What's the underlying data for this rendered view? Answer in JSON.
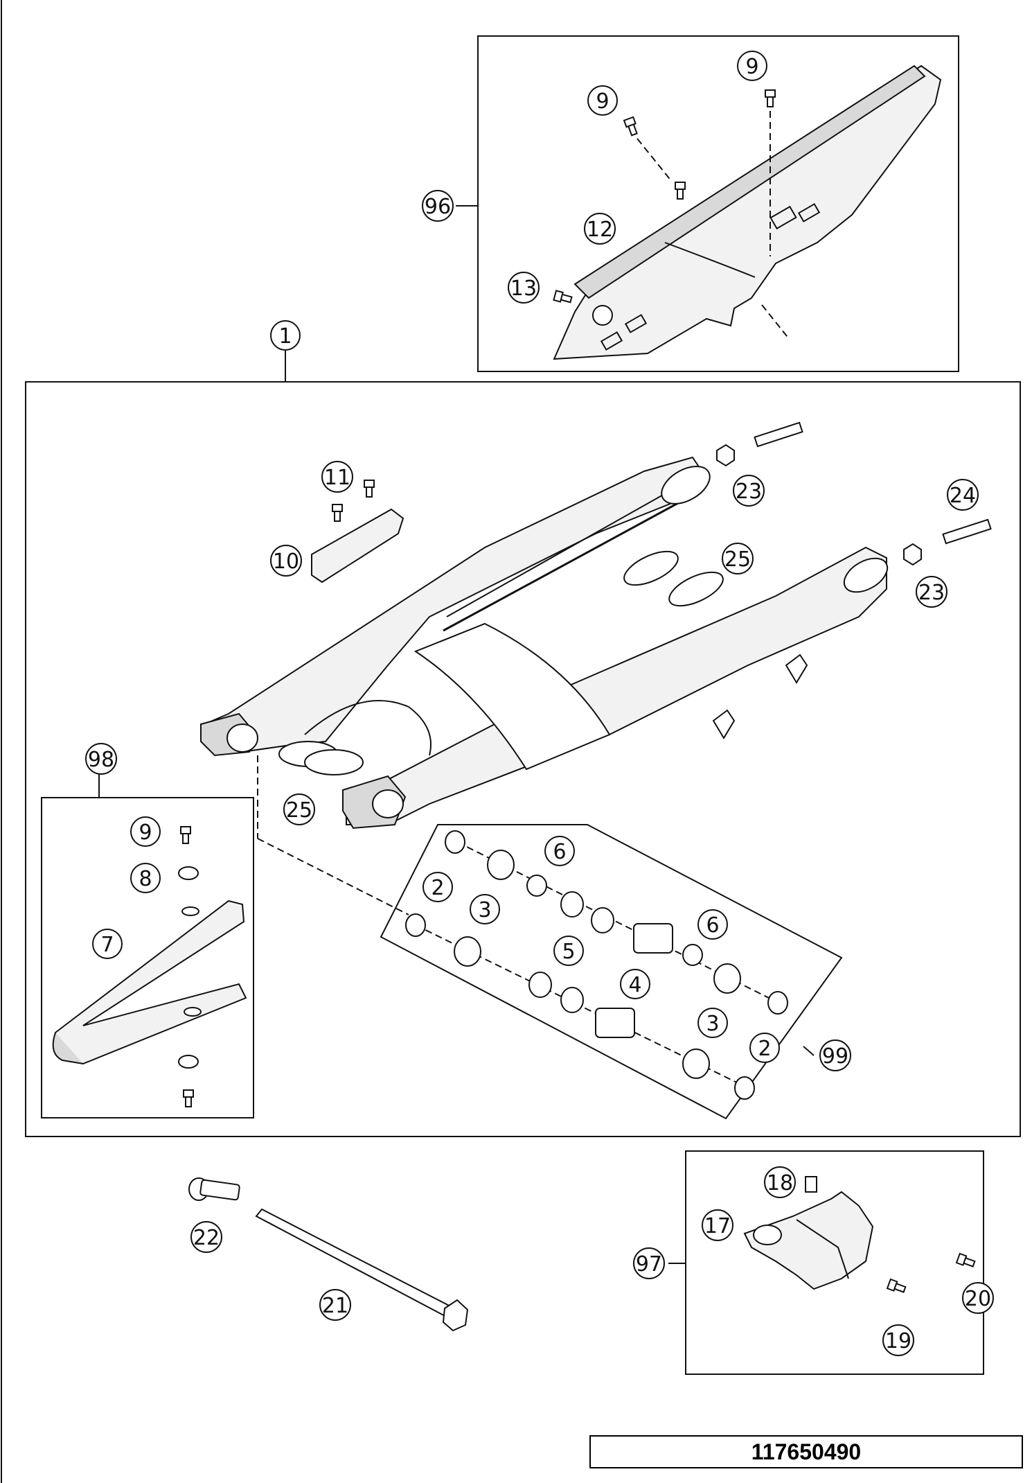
{
  "callouts": {
    "c1": "1",
    "c2a": "2",
    "c2b": "2",
    "c3a": "3",
    "c3b": "3",
    "c4": "4",
    "c5": "5",
    "c6a": "6",
    "c6b": "6",
    "c7": "7",
    "c8": "8",
    "c9a": "9",
    "c9b": "9",
    "c9c": "9",
    "c10": "10",
    "c11": "11",
    "c12": "12",
    "c13": "13",
    "c17": "17",
    "c18": "18",
    "c19": "19",
    "c20": "20",
    "c21": "21",
    "c22": "22",
    "c23a": "23",
    "c23b": "23",
    "c24": "24",
    "c25a": "25",
    "c25b": "25",
    "c96": "96",
    "c97": "97",
    "c98": "98",
    "c99": "99"
  },
  "drawing_number": "117650490",
  "colors": {
    "line": "#111111",
    "part_shade": "#d9d9d9",
    "part_fill": "#f2f2f2"
  }
}
